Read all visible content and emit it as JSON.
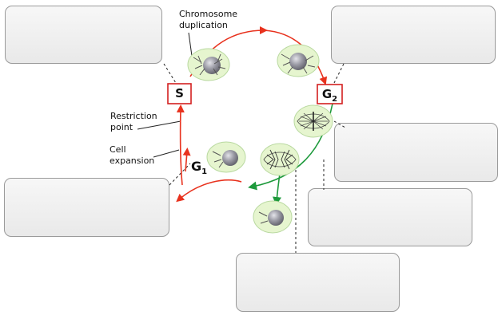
{
  "labels": {
    "chromosome": "Chromosome",
    "duplication": "duplication",
    "restriction": "Restriction",
    "point": "point",
    "cell": "Cell",
    "expansion": "expansion"
  },
  "phases": {
    "s": "S",
    "g2": "G",
    "g2_sub": "2",
    "g1": "G",
    "g1_sub": "1"
  },
  "colors": {
    "interphase_arrow": "#e8321e",
    "mitosis_arrow": "#1e9a3c",
    "phase_box_border": "#d42020",
    "cell_fill": "#e6f5cf",
    "nucleus": "#8e8e96",
    "answer_box_border": "#9a9a9a"
  },
  "answer_boxes": [
    "",
    "",
    "",
    "",
    "",
    ""
  ]
}
